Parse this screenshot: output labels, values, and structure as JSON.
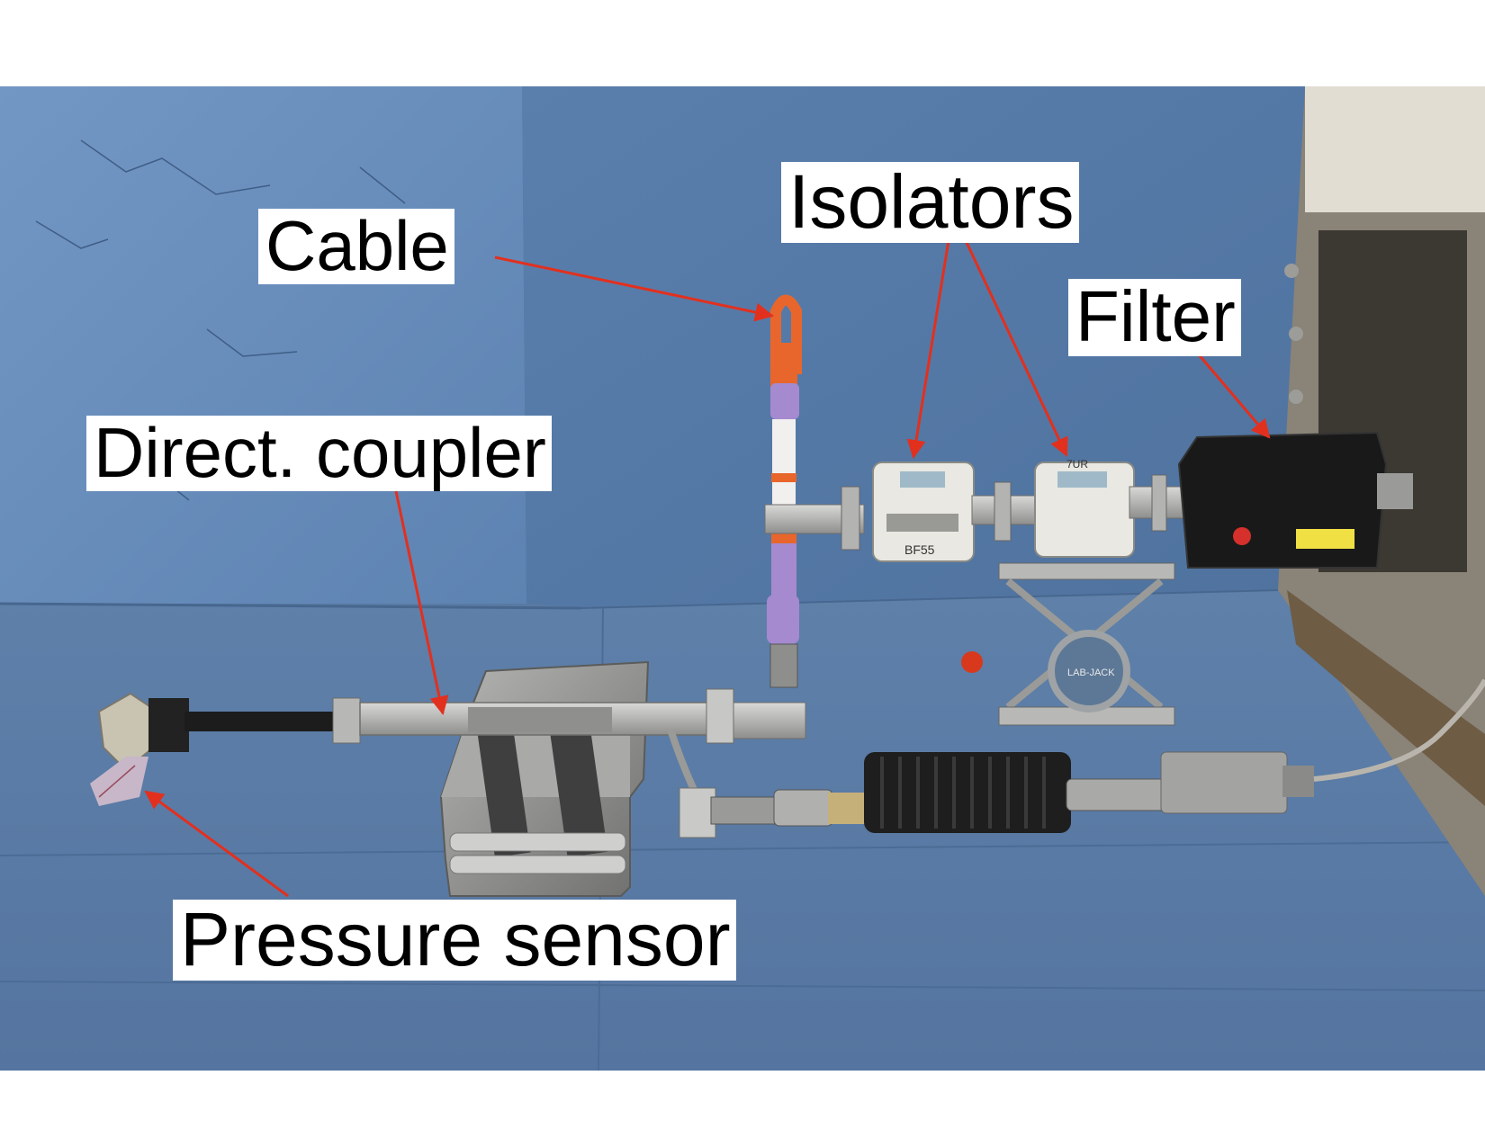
{
  "labels": {
    "cable": "Cable",
    "isolators": "Isolators",
    "filter": "Filter",
    "coupler": "Direct. coupler",
    "sensor": "Pressure sensor"
  },
  "colors": {
    "arrow": "#e2301e",
    "foam_wall": "#5f84b4",
    "floor": "#5a7aa2",
    "cable_orange": "#e8662c",
    "cable_purple": "#a58ad0"
  },
  "device_markings": {
    "isolator_left": "BF55",
    "isolator_right": "7UR",
    "lab_jack": "LAB-JACK"
  }
}
